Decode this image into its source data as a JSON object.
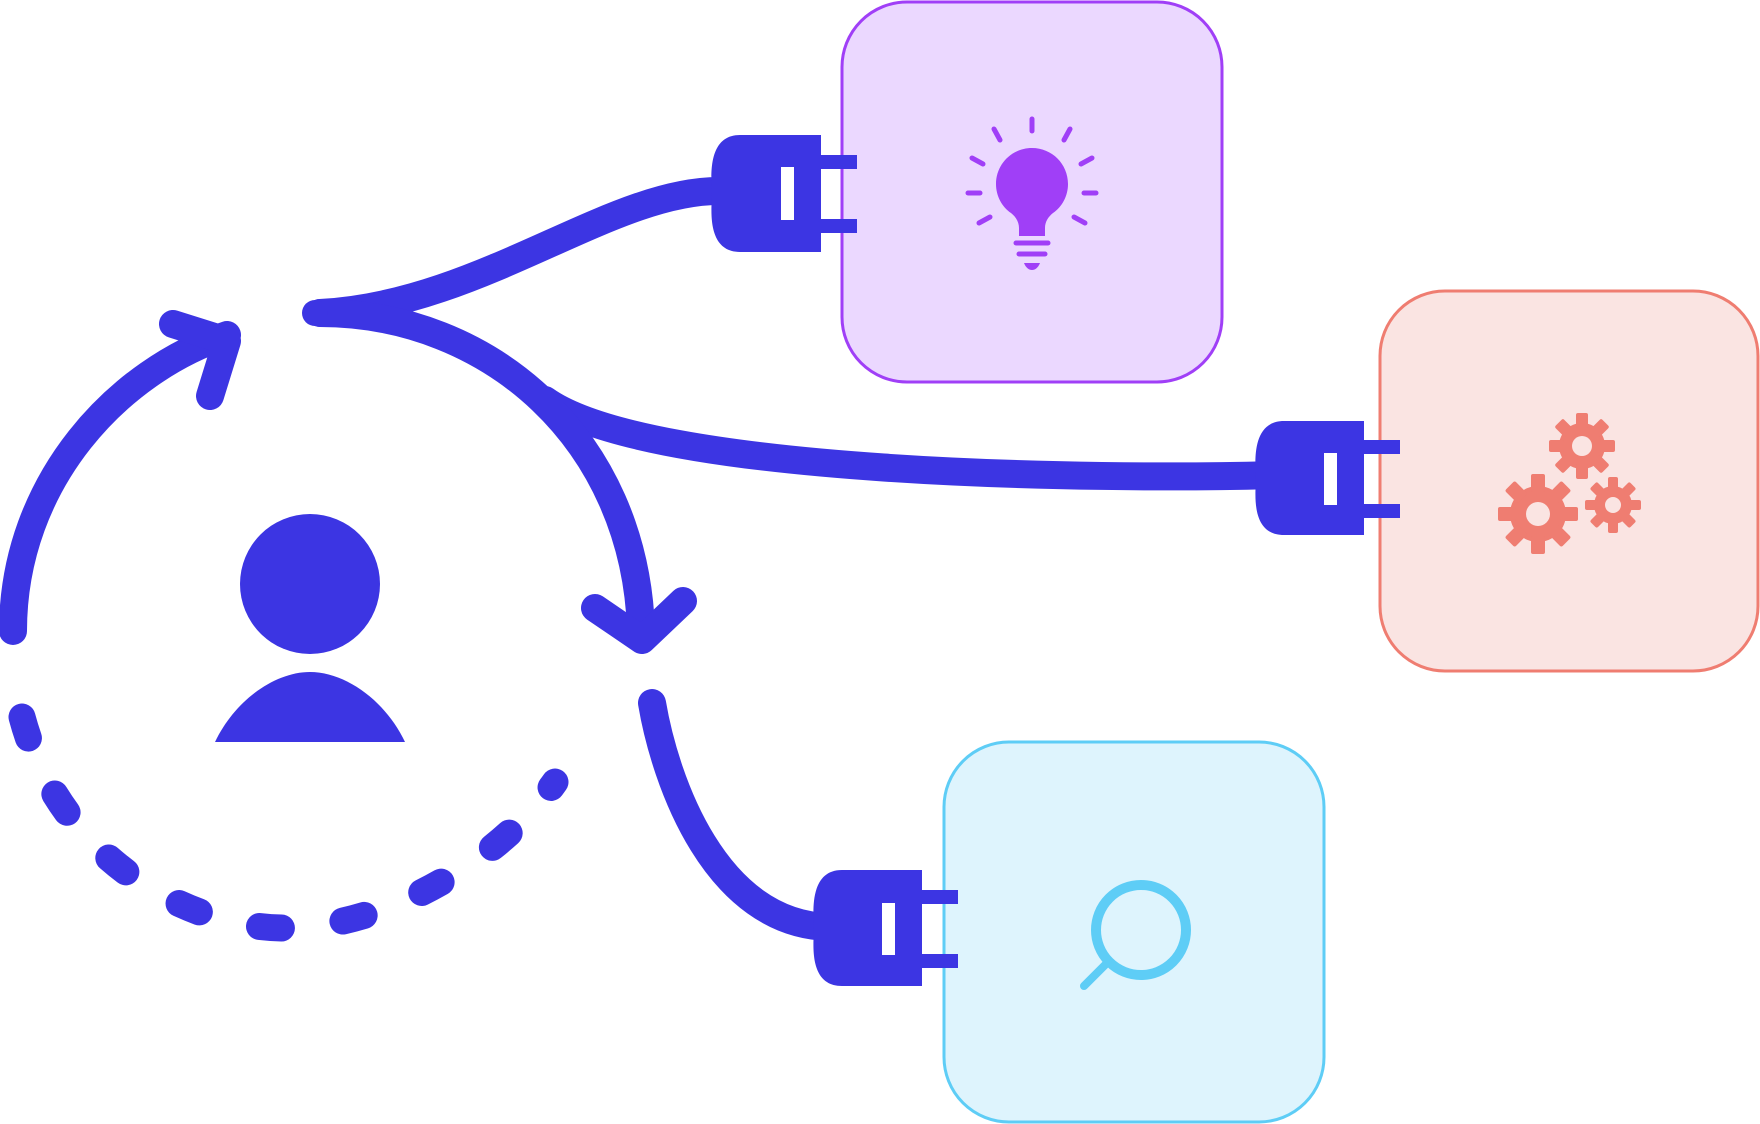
{
  "diagram": {
    "actor": {
      "icon": "person-icon"
    },
    "colors": {
      "primary": "#3c35e3",
      "idea": "#a03ff7",
      "idea_fill": "#ebd8ff",
      "process": "#ef7d71",
      "process_fill": "#fae4e2",
      "search": "#5ecdf6",
      "search_fill": "#def4fd"
    },
    "nodes": [
      {
        "id": "idea",
        "icon": "lightbulb-icon"
      },
      {
        "id": "process",
        "icon": "gears-icon"
      },
      {
        "id": "search",
        "icon": "magnifier-icon"
      }
    ],
    "connectors": [
      {
        "from": "actor",
        "to": "idea",
        "style": "plug"
      },
      {
        "from": "actor",
        "to": "process",
        "style": "plug"
      },
      {
        "from": "actor",
        "to": "search",
        "style": "plug"
      }
    ],
    "cycle": {
      "style": "solid-arc-then-dashed-arc",
      "icon": "cycle-arrow-icon"
    }
  }
}
